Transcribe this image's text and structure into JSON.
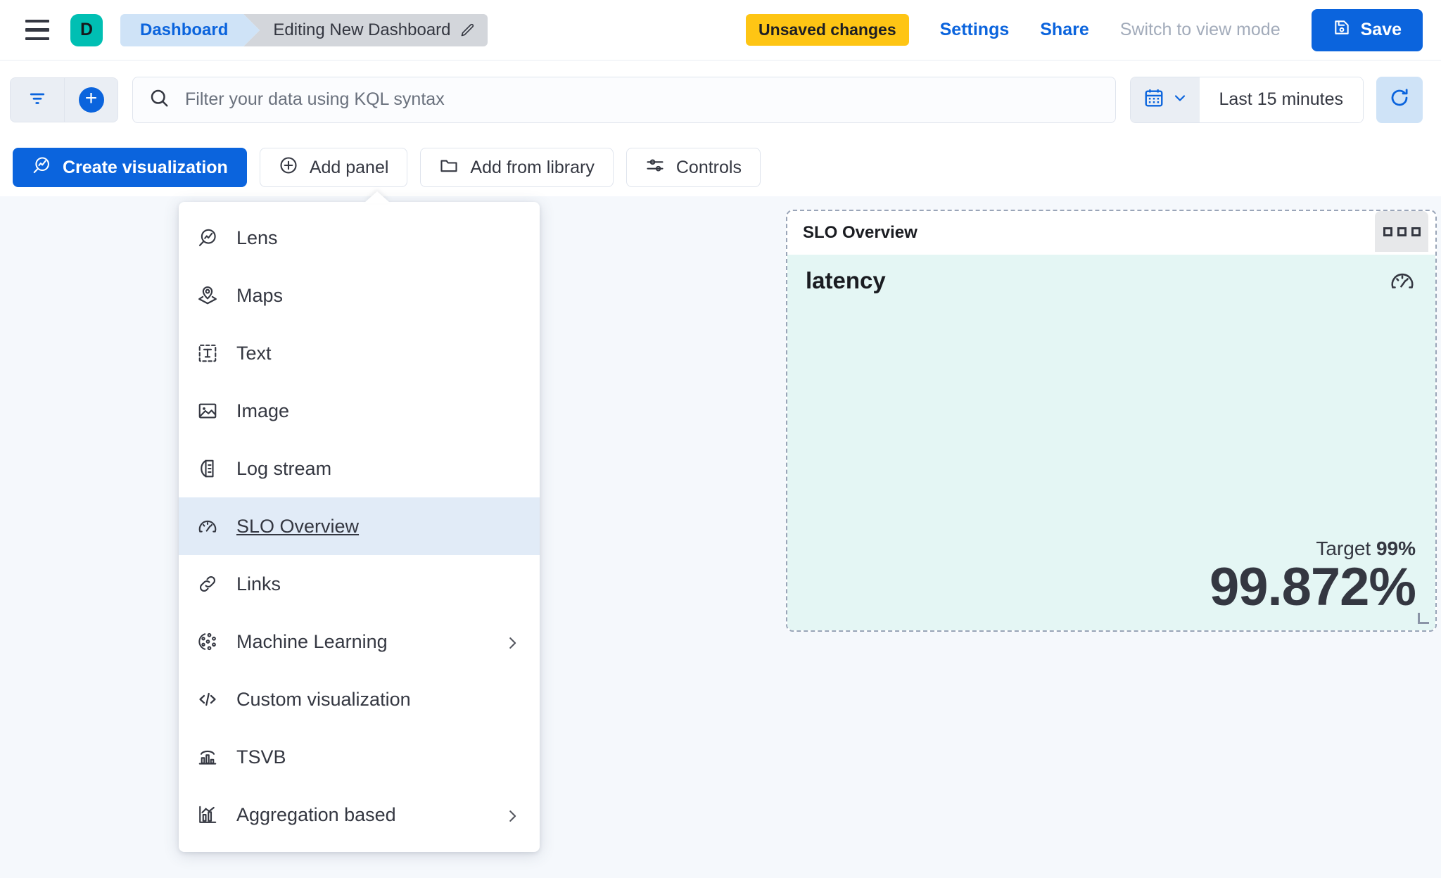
{
  "header": {
    "menu_icon": "hamburger-icon",
    "avatar_letter": "D",
    "breadcrumbs": [
      {
        "label": "Dashboard",
        "icon": ""
      },
      {
        "label": "Editing New Dashboard",
        "icon": "pencil-icon"
      }
    ],
    "unsaved_badge": "Unsaved changes",
    "settings_link": "Settings",
    "share_link": "Share",
    "view_mode_link": "Switch to view mode",
    "save_label": "Save",
    "save_icon": "save-disk-icon",
    "accent_blue": "#0b64dd",
    "warning_yellow": "#fec514",
    "avatar_teal": "#00bfb3"
  },
  "querybar": {
    "filter_icon": "filter-funnel-icon",
    "add_filter_icon": "plus-circle-icon",
    "search_icon": "search-icon",
    "placeholder": "Filter your data using KQL syntax",
    "value": "",
    "calendar_icon": "calendar-icon",
    "calendar_chevron": "chevron-down-icon",
    "time_range": "Last 15 minutes",
    "refresh_icon": "refresh-icon"
  },
  "toolbar": {
    "buttons": [
      {
        "label": "Create visualization",
        "icon": "lens-icon",
        "primary": true
      },
      {
        "label": "Add panel",
        "icon": "plus-in-circle-icon",
        "primary": false
      },
      {
        "label": "Add from library",
        "icon": "folder-icon",
        "primary": false
      },
      {
        "label": "Controls",
        "icon": "controls-sliders-icon",
        "primary": false
      }
    ]
  },
  "add_panel_menu": {
    "items": [
      {
        "label": "Lens",
        "icon": "lens-icon",
        "selected": false,
        "submenu": false
      },
      {
        "label": "Maps",
        "icon": "maps-pin-icon",
        "selected": false,
        "submenu": false
      },
      {
        "label": "Text",
        "icon": "text-icon",
        "selected": false,
        "submenu": false
      },
      {
        "label": "Image",
        "icon": "image-icon",
        "selected": false,
        "submenu": false
      },
      {
        "label": "Log stream",
        "icon": "log-stream-icon",
        "selected": false,
        "submenu": false
      },
      {
        "label": "SLO Overview",
        "icon": "gauge-icon",
        "selected": true,
        "submenu": false
      },
      {
        "label": "Links",
        "icon": "link-icon",
        "selected": false,
        "submenu": false
      },
      {
        "label": "Machine Learning",
        "icon": "machine-learning-icon",
        "selected": false,
        "submenu": true
      },
      {
        "label": "Custom visualization",
        "icon": "code-brackets-icon",
        "selected": false,
        "submenu": false
      },
      {
        "label": "TSVB",
        "icon": "tsvb-bar-icon",
        "selected": false,
        "submenu": false
      },
      {
        "label": "Aggregation based",
        "icon": "aggregation-chart-icon",
        "selected": false,
        "submenu": true
      }
    ],
    "selected_highlight": "#e1ebf7"
  },
  "slo_panel": {
    "title": "SLO Overview",
    "context_menu_icon": "three-squares-icon",
    "metric_name": "latency",
    "gauge_icon": "gauge-icon",
    "target_prefix": "Target",
    "target_value": "99%",
    "current_value": "99.872%",
    "body_background": "#e4f6f4",
    "resize_handle_icon": "resize-corner-icon"
  }
}
